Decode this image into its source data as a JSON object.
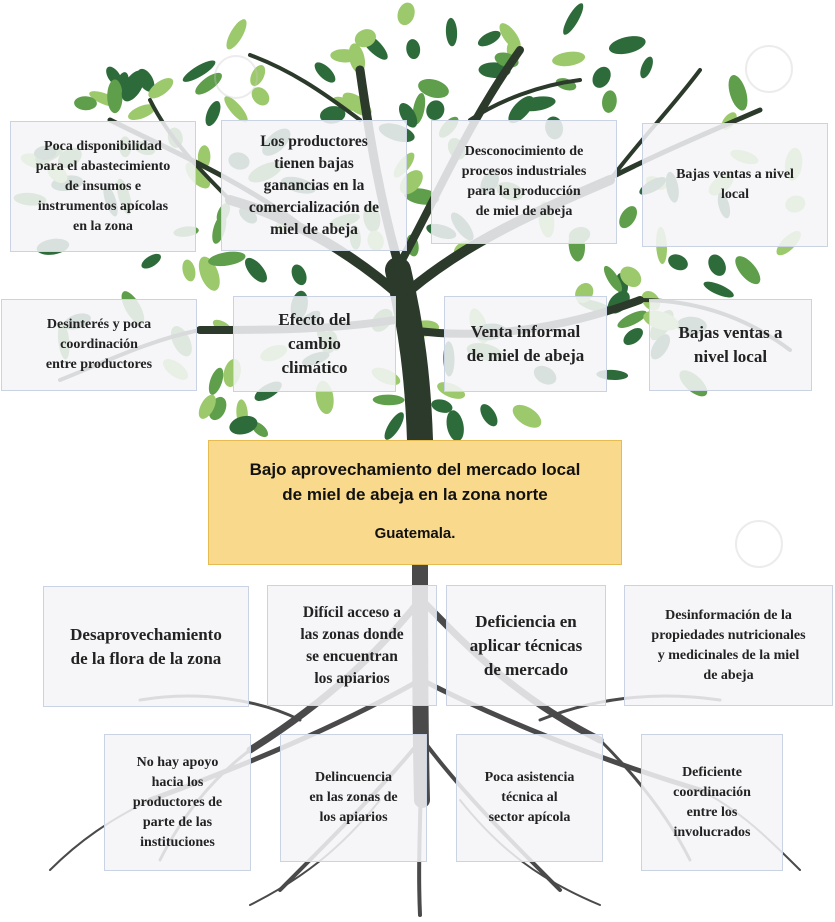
{
  "diagram": {
    "central_problem": {
      "line1": "Bajo aprovechamiento del mercado local",
      "line2": "de miel de abeja en la zona norte",
      "line3": "Guatemala."
    },
    "effects": {
      "top_row": [
        [
          "Poca disponibilidad",
          "para el abastecimiento",
          "de insumos e",
          "instrumentos apícolas",
          "en la zona"
        ],
        [
          "Los productores",
          "tienen bajas",
          "ganancias en la",
          "comercialización de",
          "miel de abeja"
        ],
        [
          "Desconocimiento de",
          "procesos industriales",
          "para la producción",
          "de miel de abeja"
        ],
        [
          "Bajas ventas a nivel",
          "local"
        ]
      ],
      "second_row": [
        [
          "Desinterés y poca",
          "coordinación",
          "entre productores"
        ],
        [
          "Efecto del",
          "cambio",
          "climático"
        ],
        [
          "Venta informal",
          "de miel de abeja"
        ],
        [
          "Bajas ventas a",
          "nivel local"
        ]
      ]
    },
    "causes": {
      "first_row": [
        [
          "Desaprovechamiento",
          "de la flora de la zona"
        ],
        [
          "Difícil acceso a",
          "las zonas donde",
          "se encuentran",
          "los apiarios"
        ],
        [
          "Deficiencia en",
          "aplicar técnicas",
          "de mercado"
        ],
        [
          "Desinformación de la",
          "propiedades nutricionales",
          "y medicinales de la miel",
          "de abeja"
        ]
      ],
      "second_row": [
        [
          "No hay apoyo",
          "hacia los",
          "productores de",
          "parte de las",
          "instituciones"
        ],
        [
          "Delincuencia",
          "en las zonas de",
          "los apiarios"
        ],
        [
          "Poca asistencia",
          "técnica al",
          "sector apícola"
        ],
        [
          "Deficiente",
          "coordinación",
          "entre los",
          "involucrados"
        ]
      ]
    }
  },
  "colors": {
    "leaf_dark": "#2e6b3a",
    "leaf_mid": "#5f9e4a",
    "leaf_light": "#9cc96b",
    "trunk": "#2b3a2a",
    "root": "#4a4a4a",
    "central_box": "#f9d98b",
    "box_border": "#c9d3e4"
  }
}
